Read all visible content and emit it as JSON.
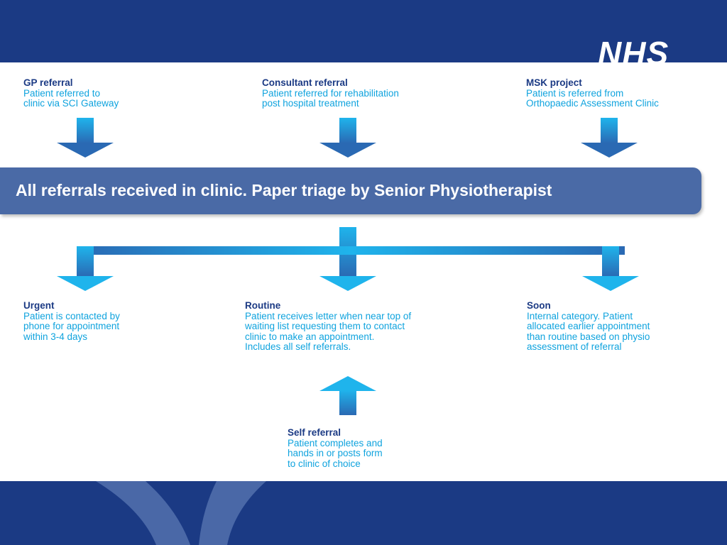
{
  "logo": "NHS",
  "banner": "All referrals received in clinic. Paper triage by Senior Physiotherapist",
  "sources": [
    {
      "title": "GP referral",
      "lines": [
        "Patient referred to",
        "clinic via SCI Gateway"
      ]
    },
    {
      "title": "Consultant referral",
      "lines": [
        "Patient referred for rehabilitation",
        "post hospital treatment"
      ]
    },
    {
      "title": "MSK project",
      "lines": [
        "Patient is referred from",
        "Orthopaedic Assessment Clinic"
      ]
    }
  ],
  "outcomes": [
    {
      "title": "Urgent",
      "lines": [
        "Patient is contacted by",
        "phone for appointment",
        "within 3-4 days"
      ]
    },
    {
      "title": "Routine",
      "lines": [
        "Patient receives letter when near top of",
        "waiting list requesting them to contact",
        "clinic to make an appointment.",
        "Includes all self referrals."
      ]
    },
    {
      "title": "Soon",
      "lines": [
        "Internal category. Patient",
        "allocated earlier appointment",
        "than routine based on physio",
        "assessment of referral"
      ]
    }
  ],
  "self_referral": {
    "title": "Self referral",
    "lines": [
      "Patient completes and",
      "hands in or posts form",
      "to clinic of choice"
    ]
  },
  "colors": {
    "navy": "#1b3a84",
    "cyan": "#0fa3de",
    "banner": "#4a6aa6",
    "arrow_top": "#1fb4ec",
    "arrow_bottom": "#2a69b3"
  }
}
